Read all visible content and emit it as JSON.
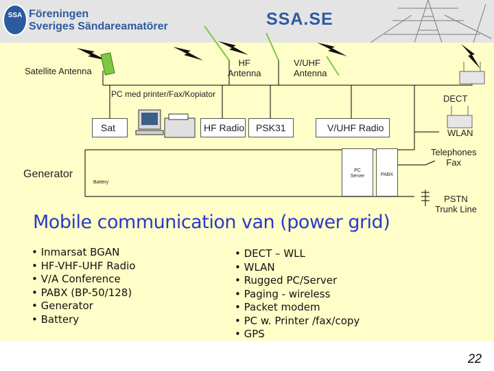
{
  "header": {
    "logo_text": "SSA",
    "org_line1": "Föreningen",
    "org_line2": "Sveriges Sändareamatörer",
    "site": "SSA.SE"
  },
  "diagram": {
    "satellite_antenna": "Satellite Antenna",
    "hf_antenna": [
      "HF",
      "Antenna"
    ],
    "vuhf_antenna": [
      "V/UHF",
      "Antenna"
    ],
    "pc_printer": "PC med printer/Fax/Kopiator",
    "dect": "DECT",
    "wlan": "WLAN",
    "sat": "Sat",
    "hf_radio": "HF Radio",
    "psk31": "PSK31",
    "vuhf_radio": "V/UHF Radio",
    "generator": "Generator",
    "battery": "Battery",
    "pc_server": [
      "PC",
      "Server"
    ],
    "pabx": "PABX",
    "telephones": [
      "Telephones",
      "Fax"
    ],
    "pstn": [
      "PSTN",
      "Trunk Line"
    ]
  },
  "title": "Mobile communication van (power grid)",
  "list_left": [
    "Inmarsat BGAN",
    "HF-VHF-UHF Radio",
    "V/A Conference",
    "PABX (BP-50/128)",
    "Generator",
    "Battery"
  ],
  "list_right": [
    "DECT – WLL",
    "WLAN",
    "Rugged PC/Server",
    "Paging - wireless",
    "Packet modem",
    "PC w. Printer /fax/copy",
    "GPS"
  ],
  "page_number": "22",
  "colors": {
    "accent": "#2c5aa0",
    "title": "#2a39c8",
    "background": "#fffdc8"
  }
}
